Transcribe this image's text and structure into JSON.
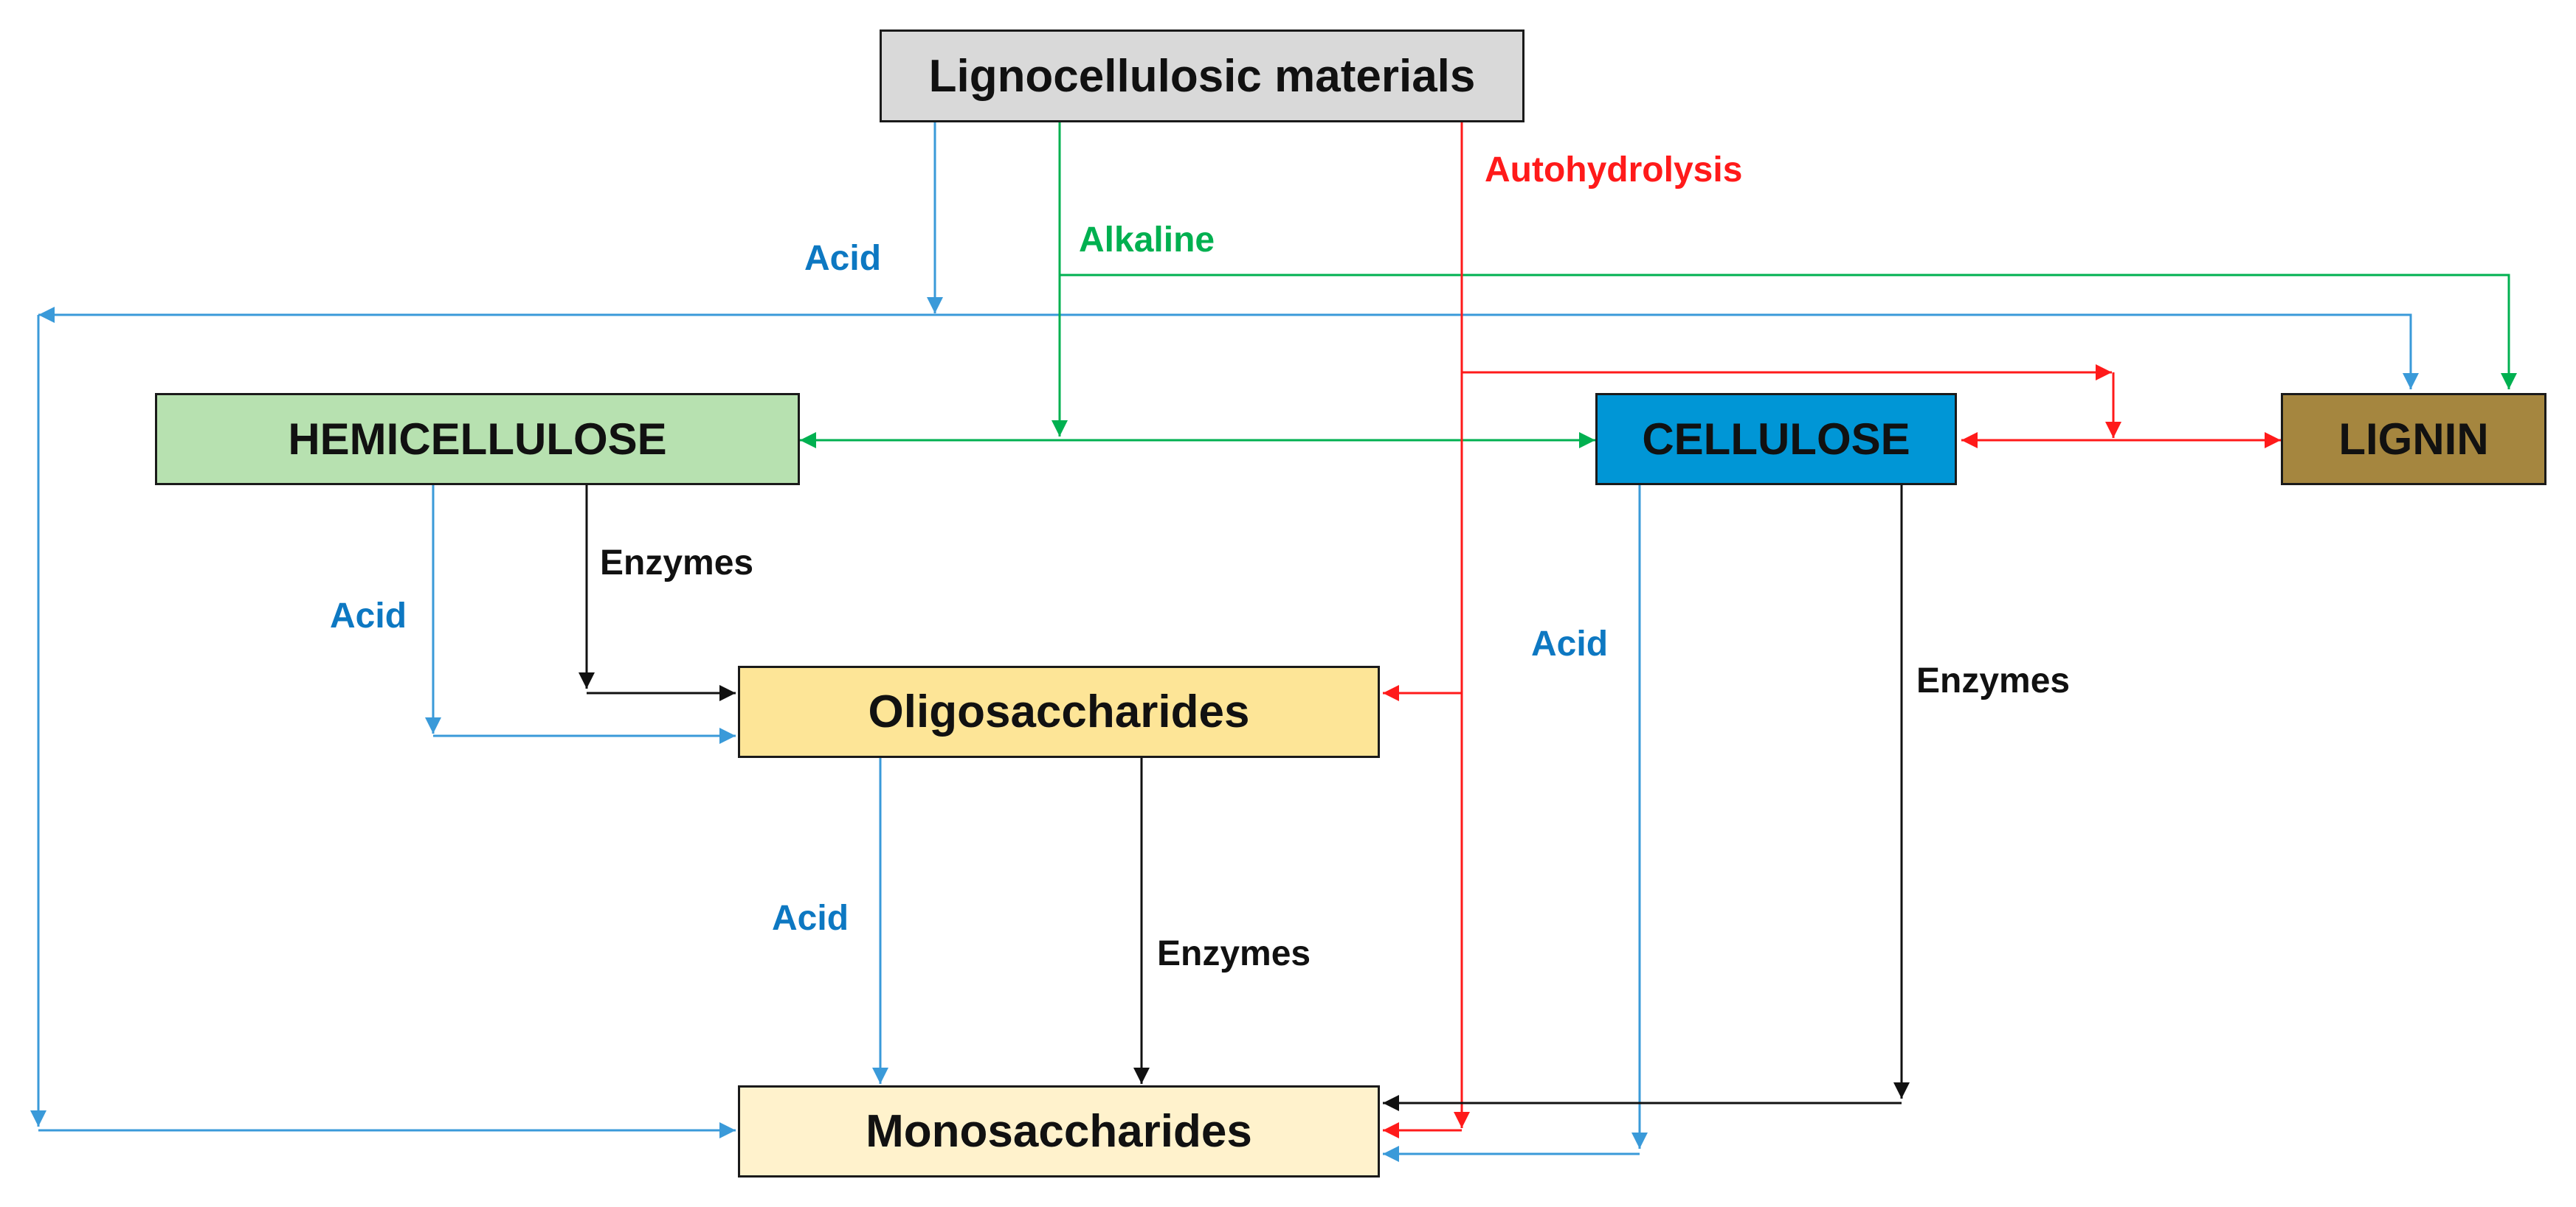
{
  "colors": {
    "acid": "#3a9ad9",
    "acid_label": "#0d78c2",
    "alkaline": "#00b050",
    "autohydrolysis": "#ff1a1a",
    "enzymes": "#111111",
    "lignocellulosic_fill": "#d9d9d9",
    "hemicellulose_fill": "#b7e1b0",
    "cellulose_fill": "#0096d6",
    "lignin_fill": "#a5863f",
    "oligosaccharides_fill": "#fde597",
    "monosaccharides_fill": "#fff2cc"
  },
  "nodes": {
    "lignocellulosic": "Lignocellulosic materials",
    "hemicellulose": "HEMICELLULOSE",
    "cellulose": "CELLULOSE",
    "lignin": "LIGNIN",
    "oligosaccharides": "Oligosaccharides",
    "monosaccharides": "Monosaccharides"
  },
  "labels": {
    "acid_top": "Acid",
    "alkaline": "Alkaline",
    "autohydrolysis": "Autohydrolysis",
    "acid_hemicellulose": "Acid",
    "enzymes_hemicellulose": "Enzymes",
    "acid_cellulose": "Acid",
    "enzymes_cellulose": "Enzymes",
    "acid_oligosaccharides": "Acid",
    "enzymes_oligosaccharides": "Enzymes"
  }
}
